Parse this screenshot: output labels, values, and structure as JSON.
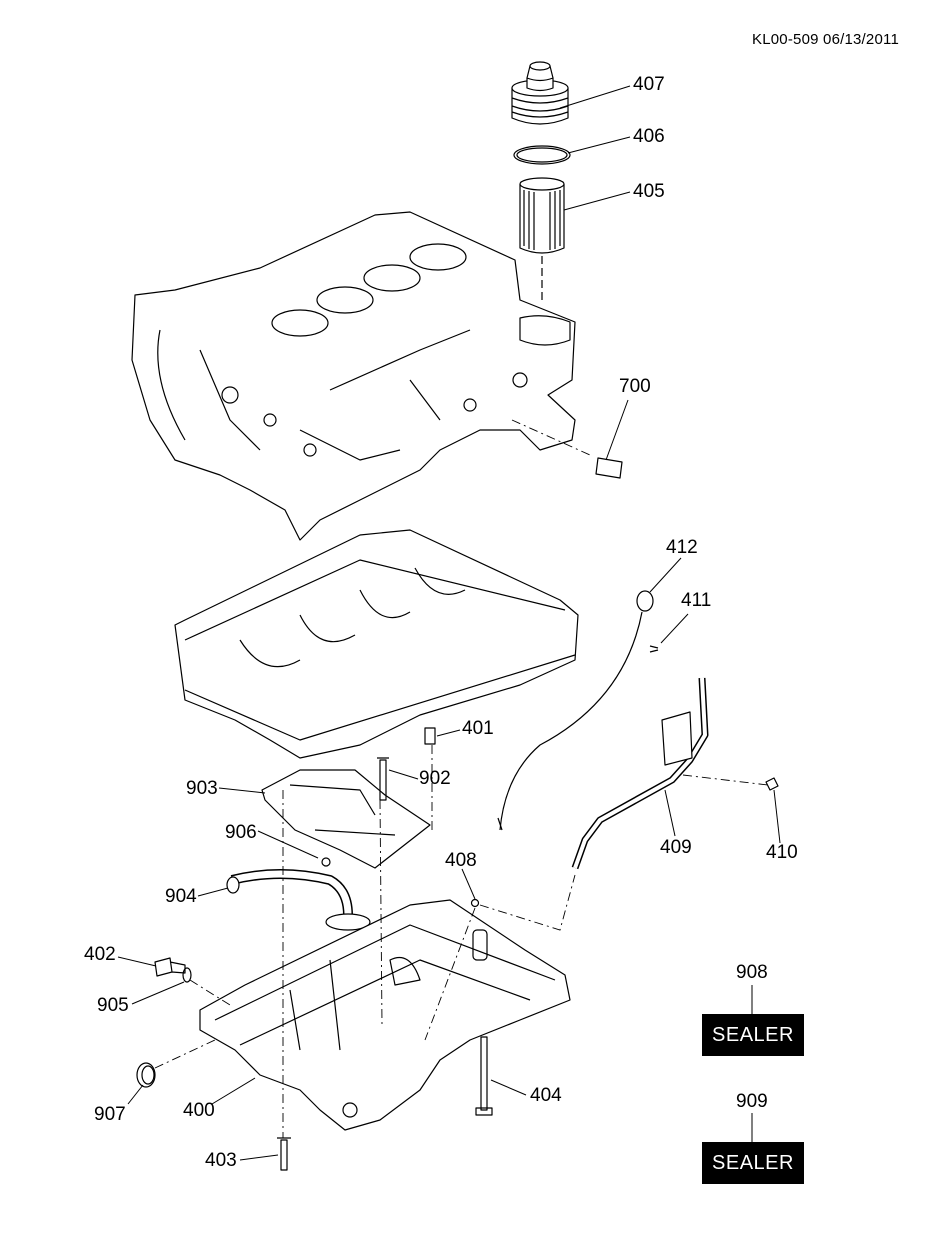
{
  "header": {
    "doc_id": "KL00-509 06/13/2011"
  },
  "callouts": {
    "p407": "407",
    "p406": "406",
    "p405": "405",
    "p700": "700",
    "p412": "412",
    "p411": "411",
    "p401": "401",
    "p902": "902",
    "p903": "903",
    "p906": "906",
    "p904": "904",
    "p408": "408",
    "p409": "409",
    "p410": "410",
    "p402": "402",
    "p905": "905",
    "p907": "907",
    "p400": "400",
    "p404": "404",
    "p403": "403",
    "p908": "908",
    "p909": "909"
  },
  "sealer": {
    "label_908": "SEALER",
    "label_909": "SEALER"
  },
  "colors": {
    "line": "#000000",
    "background": "#ffffff",
    "sealer_box": "#000000",
    "sealer_text": "#ffffff"
  }
}
